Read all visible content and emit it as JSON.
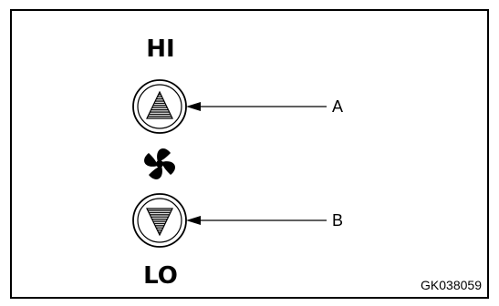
{
  "diagram": {
    "hi_label": "HI",
    "lo_label": "LO",
    "callout_a": "A",
    "callout_b": "B",
    "figure_code": "GK038059",
    "up_button_icon": "triangle-up-icon",
    "down_button_icon": "triangle-down-icon",
    "fan_icon": "fan-icon"
  }
}
